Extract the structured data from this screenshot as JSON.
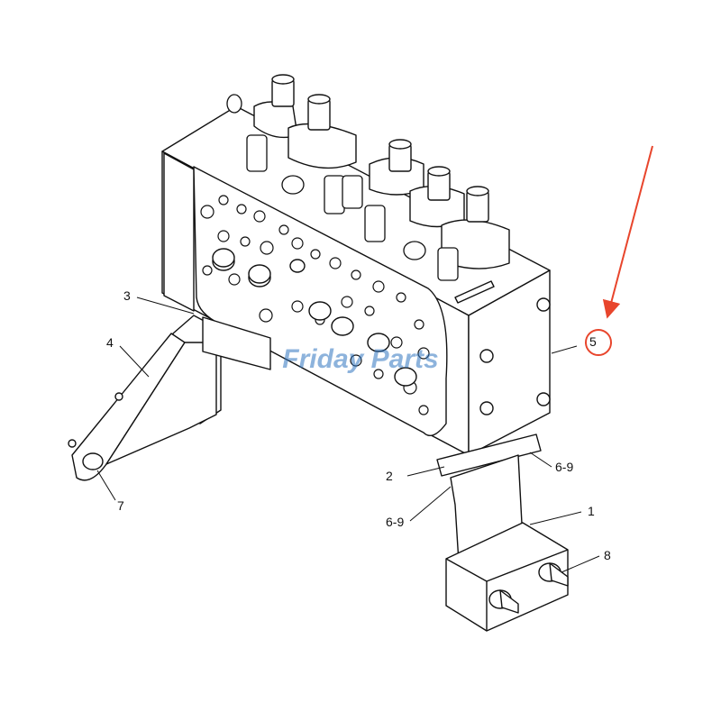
{
  "diagram": {
    "callouts": {
      "c1": "1",
      "c2": "2",
      "c3": "3",
      "c4": "4",
      "c5": "5",
      "c7": "7",
      "c8": "8",
      "c69a": "6-9",
      "c69b": "6-9"
    },
    "watermark": "Friday Parts",
    "highlight": {
      "target": "5",
      "color": "#e8452c"
    },
    "colors": {
      "line": "#111111",
      "background": "#ffffff",
      "watermark": "#2f74c0",
      "watermark_accent": "#f4a623"
    }
  }
}
